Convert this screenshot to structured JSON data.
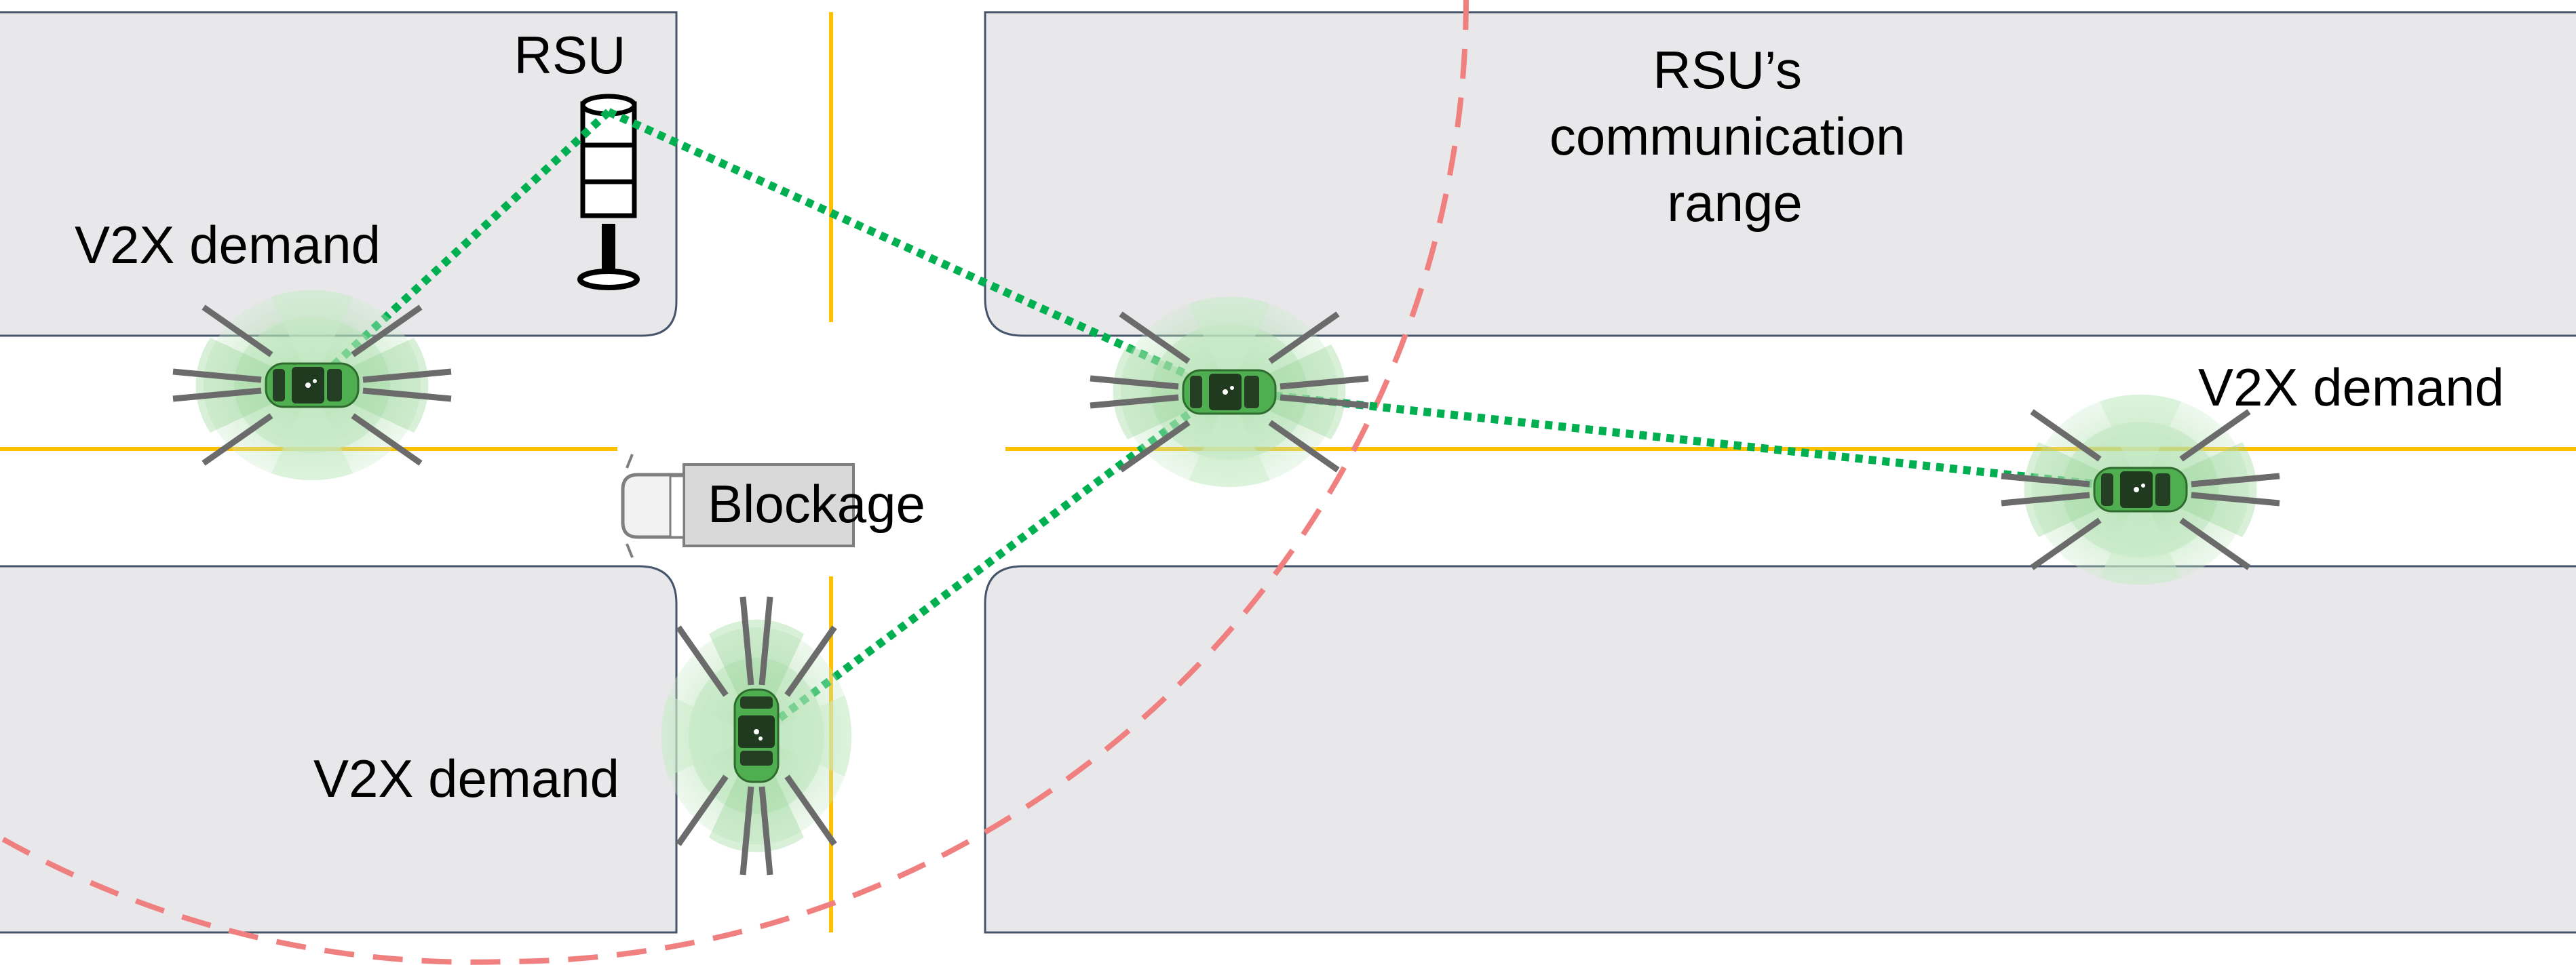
{
  "labels": {
    "rsu": "RSU",
    "rsu_range": [
      "RSU’s",
      "communication",
      "range"
    ],
    "v2x_top_left": "V2X demand",
    "v2x_right": "V2X demand",
    "v2x_bottom": "V2X demand",
    "blockage": "Blockage"
  },
  "colors": {
    "block_fill": "#e8e7ea",
    "block_border": "#44546a",
    "lane_line": "#ffc000",
    "range_circle": "#f08080",
    "link": "#00b050",
    "car_body": "#5cb85c",
    "sensor_halo": "#9fd49f",
    "sensor_ray": "#6b6b6b"
  },
  "icons": {
    "rsu": "rsu-tower-icon",
    "vehicle": "car-icon",
    "truck": "truck-icon"
  }
}
